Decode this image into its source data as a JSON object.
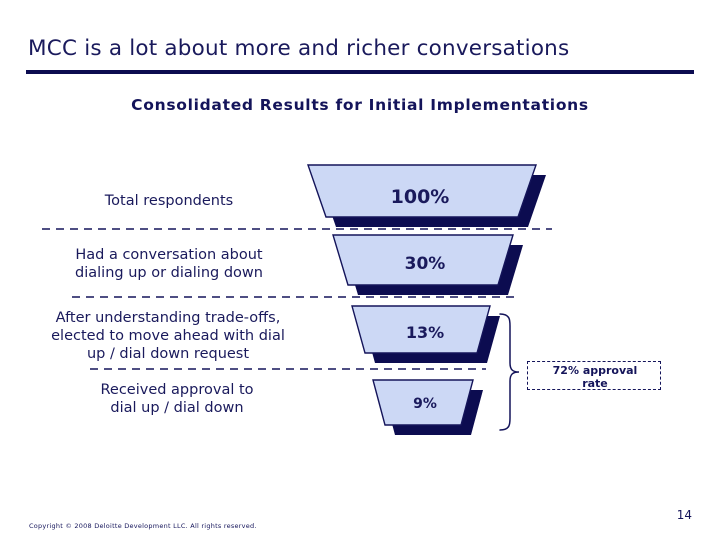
{
  "slide": {
    "title": "MCC is a lot about more and richer conversations",
    "subtitle": "Consolidated Results for Initial Implementations",
    "page_number": "14",
    "copyright": "Copyright © 2008 Deloitte Development LLC. All rights reserved.",
    "colors": {
      "navy": "#14145a",
      "rule": "#0c0c50",
      "funnel_fill": "#ccd8f5",
      "funnel_outline": "#14145a",
      "funnel_shadow": "#0c0c50",
      "background": "#ffffff"
    }
  },
  "chart_data": {
    "type": "bar",
    "chart_style": "funnel",
    "title": "Consolidated Results for Initial Implementations",
    "xlabel": "",
    "ylabel": "",
    "categories": [
      "Total respondents",
      "Had a conversation about dialing up or dialing down",
      "After understanding trade-offs, elected to move ahead with dial up / dial down request",
      "Received approval to dial up / dial down"
    ],
    "values": [
      100,
      30,
      13,
      9
    ],
    "value_labels": [
      "100%",
      "30%",
      "13%",
      "9%"
    ],
    "units": "percent",
    "ylim": [
      0,
      100
    ],
    "grid": false,
    "legend": "none",
    "annotations": [
      {
        "text": "72% approval rate",
        "relates_to_stages": [
          "After understanding trade-offs, elected to move ahead with dial up / dial down request",
          "Received approval to dial up / dial down"
        ],
        "value": 72,
        "style": "dashed-box-with-brace"
      }
    ]
  },
  "funnel": {
    "stages": [
      {
        "label": "Total respondents",
        "label_lines": [
          "Total respondents"
        ],
        "value": "100%"
      },
      {
        "label": "Had a conversation about dialing up or dialing down",
        "label_lines": [
          "Had a conversation about",
          "dialing up or dialing down"
        ],
        "value": "30%"
      },
      {
        "label": "After understanding trade-offs, elected to move ahead with dial up / dial down request",
        "label_lines": [
          "After understanding trade-offs,",
          "elected to move ahead with dial",
          "up / dial down request"
        ],
        "value": "13%"
      },
      {
        "label": "Received approval to dial up / dial down",
        "label_lines": [
          "Received approval to",
          "dial up / dial down"
        ],
        "value": "9%"
      }
    ],
    "callout": {
      "line1": "72% approval",
      "line2": "rate"
    }
  }
}
